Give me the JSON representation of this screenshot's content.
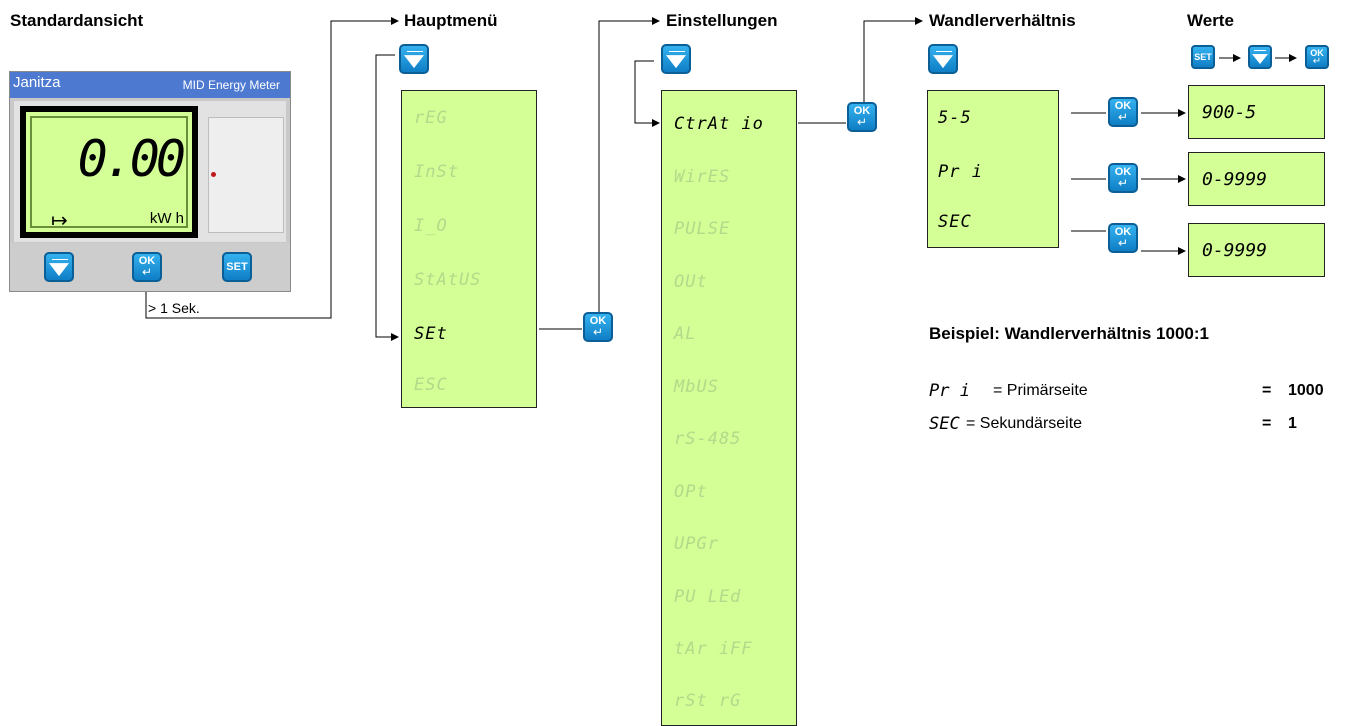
{
  "titles": {
    "standard": "Standardansicht",
    "main_menu": "Hauptmenü",
    "settings": "Einstellungen",
    "ratio": "Wandlerverhältnis",
    "values": "Werte"
  },
  "device": {
    "brand": "Janitza",
    "model": "MID Energy Meter",
    "reading": "0.00",
    "unit": "kW  h",
    "arrow": "↦"
  },
  "hold_label": "> 1 Sek.",
  "buttons": {
    "ok_top": "OK",
    "ok_enter": "↵",
    "set": "SET"
  },
  "main_menu": {
    "items": [
      {
        "label": "rEG"
      },
      {
        "label": "InSt"
      },
      {
        "label": "I_O"
      },
      {
        "label": "StAtUS"
      },
      {
        "label": "SEt"
      },
      {
        "label": "ESC"
      }
    ],
    "active_index": 4
  },
  "settings_menu": {
    "items": [
      {
        "label": "CtrAt io"
      },
      {
        "label": "WirES"
      },
      {
        "label": "PULSE"
      },
      {
        "label": "OUt"
      },
      {
        "label": "AL"
      },
      {
        "label": "MbUS"
      },
      {
        "label": "rS-485"
      },
      {
        "label": "OPt"
      },
      {
        "label": "UPGr"
      },
      {
        "label": "PU LEd"
      },
      {
        "label": "tAr iFF"
      },
      {
        "label": "rSt rG"
      }
    ],
    "active_index": 0
  },
  "ratio_menu": {
    "items": [
      {
        "label": "5-5"
      },
      {
        "label": "Pr i"
      },
      {
        "label": "SEC"
      }
    ]
  },
  "values": [
    "900-5",
    "0-9999",
    "0-9999"
  ],
  "example": {
    "heading": "Beispiel: Wandlerverhältnis 1000:1",
    "rows": [
      {
        "code": "Pr i",
        "text": "= Primärseite",
        "eq": "=",
        "value": "1000"
      },
      {
        "code": "SEC",
        "text": "= Sekundärseite",
        "eq": "=",
        "value": "1"
      }
    ]
  },
  "colors": {
    "lcd": "#d3ff96",
    "button": "#1d8fd8",
    "header": "#4d79d1",
    "active_text": "#000000",
    "inactive_text": "#b3d98a"
  }
}
